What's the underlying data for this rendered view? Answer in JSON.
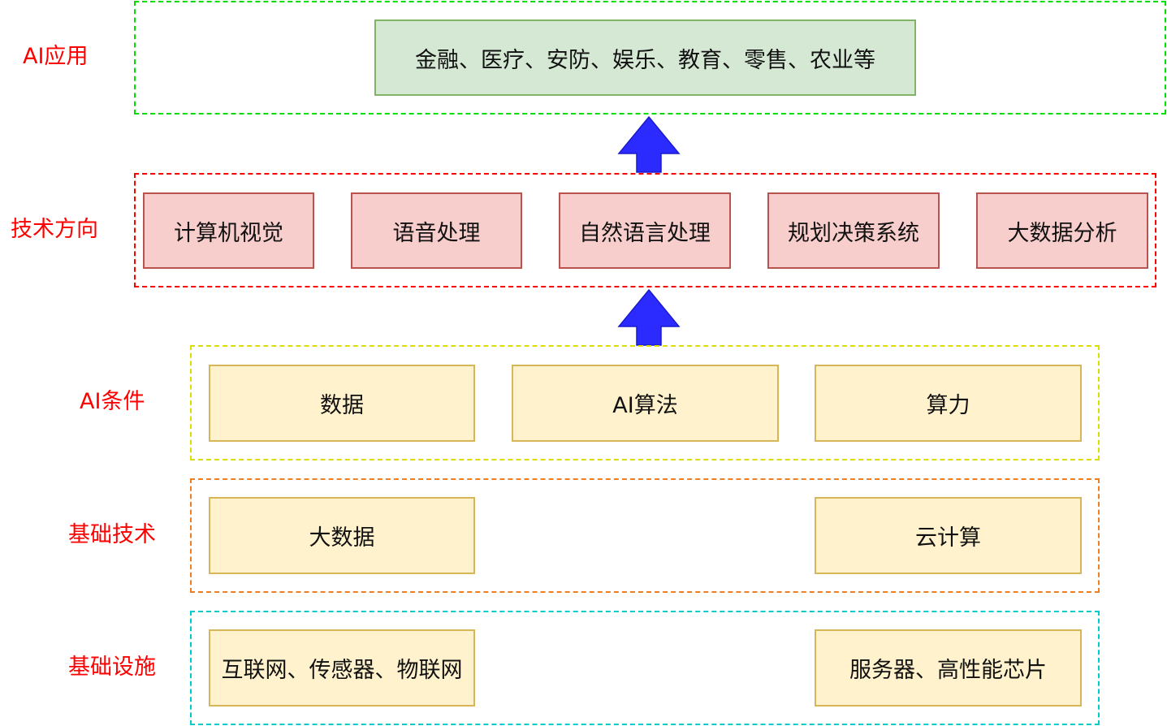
{
  "layers": {
    "ai_app": {
      "label": "AI应用",
      "items": [
        "金融、医疗、安防、娱乐、教育、零售、农业等"
      ]
    },
    "tech_direction": {
      "label": "技术方向",
      "items": [
        "计算机视觉",
        "语音处理",
        "自然语言处理",
        "规划决策系统",
        "大数据分析"
      ]
    },
    "ai_conditions": {
      "label": "AI条件",
      "items": [
        "数据",
        "AI算法",
        "算力"
      ]
    },
    "base_tech": {
      "label": "基础技术",
      "items": [
        "大数据",
        "云计算"
      ]
    },
    "infrastructure": {
      "label": "基础设施",
      "items": [
        "互联网、传感器、物联网",
        "服务器、高性能芯片"
      ]
    }
  },
  "colors": {
    "label": "#ff0000",
    "ai_app_border": "#00dd00",
    "tech_direction_border": "#ff0000",
    "ai_conditions_border": "#dddd00",
    "base_tech_border": "#ee7f22",
    "infrastructure_border": "#00cccc",
    "arrow": "#2b2bff"
  }
}
